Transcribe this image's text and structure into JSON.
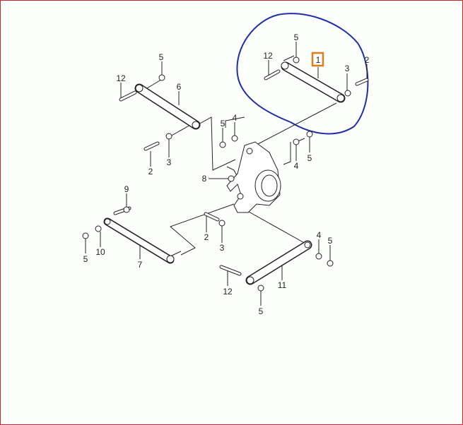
{
  "diagram": {
    "highlight_color": "#e07a1f",
    "circle_color": "#1f2fa8",
    "border_color": "#c8282d",
    "selected_part": "1",
    "callouts": [
      "5",
      "12",
      "3",
      "2",
      "5",
      "12",
      "6",
      "5",
      "4",
      "2",
      "3",
      "4",
      "5",
      "8",
      "9",
      "5",
      "10",
      "7",
      "2",
      "3",
      "12",
      "11",
      "4",
      "5",
      "5"
    ]
  }
}
